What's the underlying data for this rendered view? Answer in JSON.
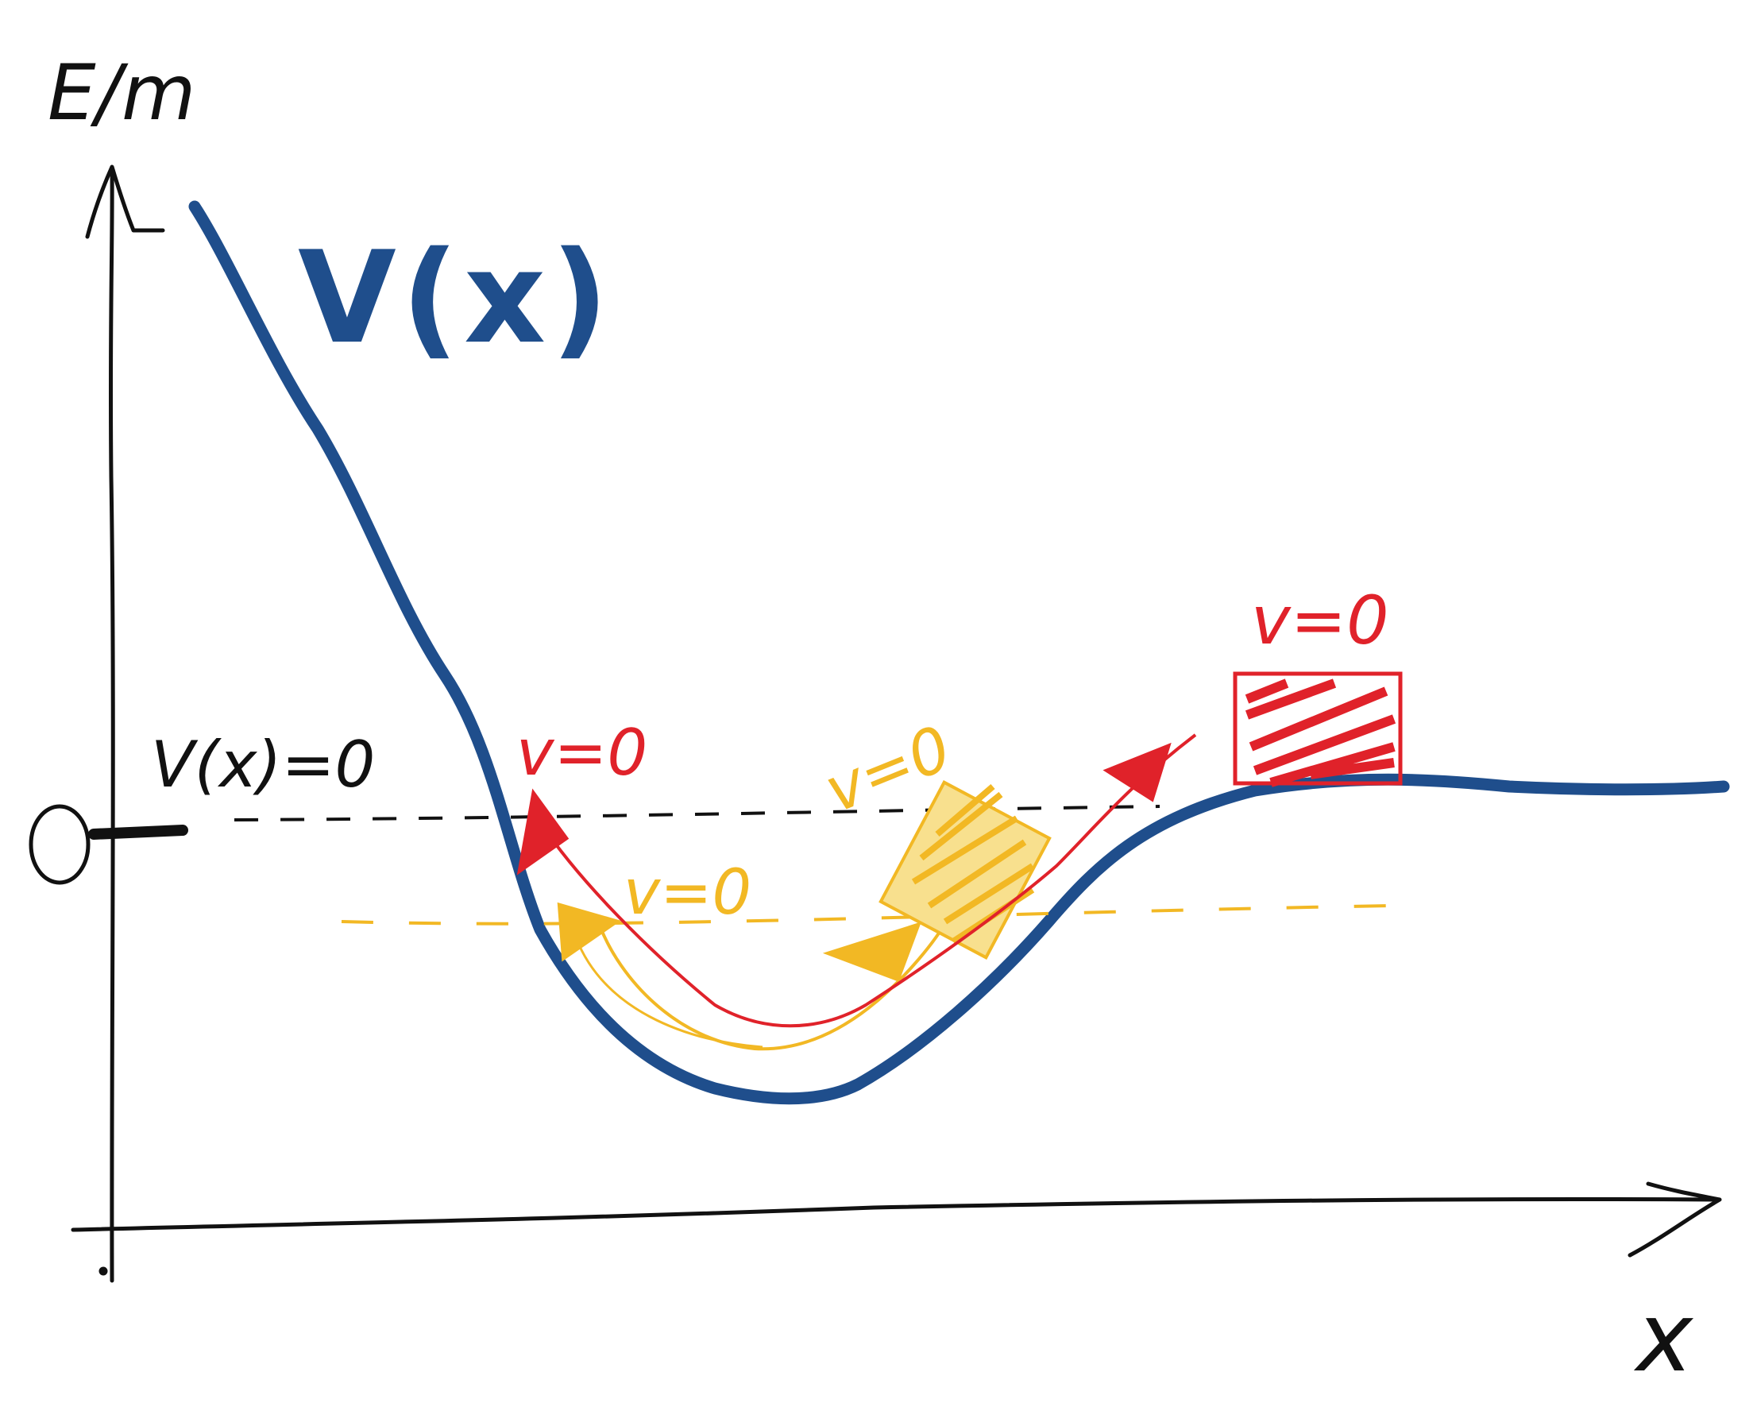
{
  "labels": {
    "y_axis": "E/m",
    "x_axis": "x",
    "curve": "V(x)",
    "zero_line_label": "V(x)=0",
    "zero_tick": "0",
    "red_turning_left": "v=0",
    "red_turning_right": "v=0",
    "yellow_turning_left": "v=0",
    "yellow_turning_right": "v=0"
  },
  "colors": {
    "axis": "#111111",
    "potential": "#1f4e8c",
    "red": "#e0222a",
    "yellow": "#f2b824",
    "zero_line": "#111111"
  }
}
